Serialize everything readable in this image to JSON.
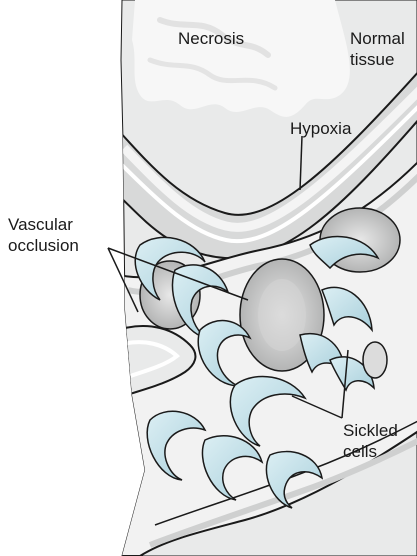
{
  "diagram": {
    "labels": {
      "necrosis": "Necrosis",
      "normal_tissue": "Normal\ntissue",
      "hypoxia": "Hypoxia",
      "vascular_occlusion": "Vascular\nocclusion",
      "sickled_cells": "Sickled\ncells"
    },
    "colors": {
      "background": "#ffffff",
      "tissue": "#e9eaea",
      "necrosis_cloud": "#f7f7f7",
      "vessel_wall": "#d8d9d9",
      "vessel_lumen": "#f2f2f2",
      "outline": "#1a1a1a",
      "sickled_cell": "#bcdde6",
      "normal_rbc": "#b9baba"
    }
  }
}
